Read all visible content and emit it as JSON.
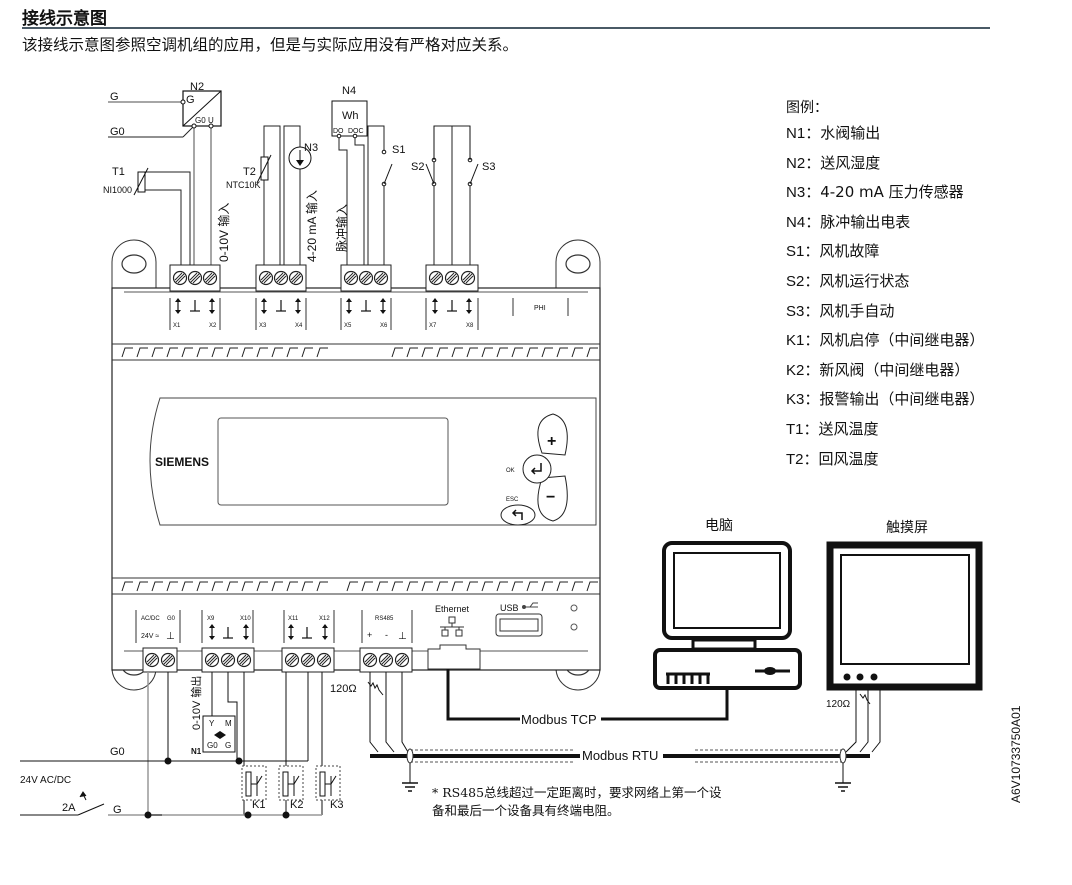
{
  "header": {
    "title": "接线示意图",
    "subtitle": "该接线示意图参照空调机组的应用，但是与实际应用没有严格对应关系。"
  },
  "legend": {
    "heading": "图例：",
    "items": [
      {
        "code": "N1",
        "sep": "：",
        "desc": "水阀输出"
      },
      {
        "code": "N2",
        "sep": "：",
        "desc": "送风湿度"
      },
      {
        "code": "N3",
        "sep": "：",
        "desc": "4-20  mA 压力传感器"
      },
      {
        "code": "N4",
        "sep": "：",
        "desc": "脉冲输出电表"
      },
      {
        "code": "S1",
        "sep": "：",
        "desc": "风机故障"
      },
      {
        "code": "S2",
        "sep": "：",
        "desc": "风机运行状态"
      },
      {
        "code": "S3",
        "sep": "：",
        "desc": "风机手自动"
      },
      {
        "code": "K1",
        "sep": "：",
        "desc": "风机启停（中间继电器）"
      },
      {
        "code": "K2",
        "sep": "：",
        "desc": "新风阀（中间继电器）"
      },
      {
        "code": "K3",
        "sep": "：",
        "desc": "报警输出（中间继电器）"
      },
      {
        "code": "T1",
        "sep": "：",
        "desc": "送风温度"
      },
      {
        "code": "T2",
        "sep": "：",
        "desc": "回风温度"
      }
    ]
  },
  "diagram": {
    "top_labels": {
      "g": "G",
      "g0": "G0",
      "n2": "N2",
      "n2_g": "G",
      "n2_g0": "G0",
      "n2_u": "U",
      "t1": "T1",
      "t1_type": "NI1000",
      "t2": "T2",
      "t2_type": "NTC10K",
      "n3": "N3",
      "n4": "N4",
      "n4_wh": "Wh",
      "n4_do": "DO",
      "n4_doc": "DOC",
      "s1": "S1",
      "s2": "S2",
      "s3": "S3",
      "input_0_10v": "0-10V 输入",
      "input_4_20ma": "4-20 mA 输入",
      "input_pulse": "脉冲输入"
    },
    "controller": {
      "brand": "SIEMENS",
      "top_terminals": [
        {
          "left": "X1",
          "right": "X2"
        },
        {
          "left": "X3",
          "right": "X4"
        },
        {
          "left": "X5",
          "right": "X6"
        },
        {
          "left": "X7",
          "right": "X8"
        }
      ],
      "phi": "PHI",
      "buttons": {
        "ok": "OK",
        "esc": "ESC",
        "plus": "+",
        "minus": "−"
      },
      "bottom_terminals": {
        "power": {
          "top_left": "AC/DC",
          "top_right": "G0",
          "bottom_left": "24V ≈",
          "bottom_right": "⊥"
        },
        "x9_x10": {
          "left": "X9",
          "right": "X10"
        },
        "x11_x12": {
          "left": "X11",
          "right": "X12"
        },
        "rs485": {
          "label": "RS485",
          "plus": "+",
          "minus": "-",
          "gnd": "⊥"
        }
      },
      "ethernet": "Ethernet",
      "usb": "USB"
    },
    "bottom_labels": {
      "output_0_10v": "0-10V 输出",
      "n1": "N1",
      "n1_y": "Y",
      "n1_m": "M",
      "n1_g0": "G0",
      "n1_g": "G",
      "g0": "G0",
      "supply": "24V AC/DC",
      "fuse": "2A",
      "g": "G",
      "k1": "K1",
      "k2": "K2",
      "k3": "K3",
      "resistor": "120Ω",
      "resistor_hmi": "120Ω",
      "modbus_tcp": "Modbus TCP",
      "modbus_rtu": "Modbus RTU"
    },
    "devices": {
      "pc": "电脑",
      "touchscreen": "触摸屏"
    },
    "note_line1": "* RS485总线超过一定距离时，要求网络上第一个设",
    "note_line2": "备和最后一个设备具有终端电阻。",
    "doc_id": "A6V10733750A01"
  }
}
